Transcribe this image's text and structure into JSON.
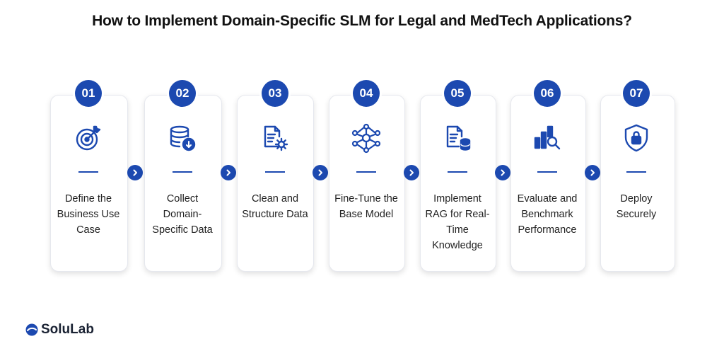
{
  "title": "How to Implement Domain-Specific SLM for Legal and MedTech Applications?",
  "accent_color": "#1c49b0",
  "steps": [
    {
      "number": "01",
      "label": "Define the Business Use Case",
      "icon": "target-icon"
    },
    {
      "number": "02",
      "label": "Collect Domain-Specific Data",
      "icon": "database-download-icon"
    },
    {
      "number": "03",
      "label": "Clean and Structure Data",
      "icon": "document-gear-icon"
    },
    {
      "number": "04",
      "label": "Fine-Tune the Base Model",
      "icon": "neural-network-icon"
    },
    {
      "number": "05",
      "label": "Implement RAG for Real-Time Knowledge",
      "icon": "document-database-icon"
    },
    {
      "number": "06",
      "label": "Evaluate and Benchmark Performance",
      "icon": "bar-chart-magnifier-icon"
    },
    {
      "number": "07",
      "label": "Deploy Securely",
      "icon": "shield-lock-icon"
    }
  ],
  "logo": {
    "text": "SoluLab"
  }
}
